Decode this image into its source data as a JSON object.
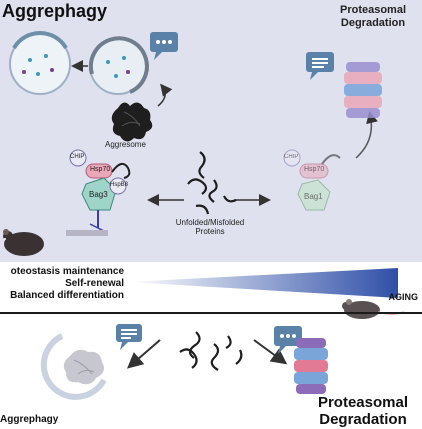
{
  "top_panel": {
    "title_aggrephagy": "Aggrephagy",
    "title_proteasomal_line1": "Proteasomal",
    "title_proteasomal_line2": "Degradation",
    "aggresome_label": "Aggresome",
    "chip_label": "CHIP",
    "hsp70_label": "Hsp70",
    "bag3_label": "Bag3",
    "hspb8_label": "HspB8",
    "chip_label_right": "CHIP",
    "hsp70_label_right": "Hsp70",
    "bag1_label": "Bag1",
    "unfolded_line1": "Unfolded/Misfolded",
    "unfolded_line2": "Proteins"
  },
  "middle": {
    "line1": "oteostasis maintenance",
    "line2": "Self-renewal",
    "line3": "Balanced differentiation",
    "aging_label": "AGING"
  },
  "bottom_panel": {
    "aggrephagy_label": "Aggrephagy",
    "proteasomal_line1": "Proteasomal",
    "proteasomal_line2": "Degradation"
  },
  "colors": {
    "panel_bg": "#dfe1ef",
    "wedge_blue": "#3d5fb8",
    "speech_bubble": "#5a82a8",
    "proteasome_pink": "#e9a7b8",
    "proteasome_blue": "#7aa5d9",
    "proteasome_purple": "#8c6bb8"
  },
  "icons": [
    "mouse-young-icon",
    "mouse-old-icon",
    "speech-bubble-icon",
    "proteasome-icon",
    "aggresome-icon",
    "phagophore-icon"
  ]
}
